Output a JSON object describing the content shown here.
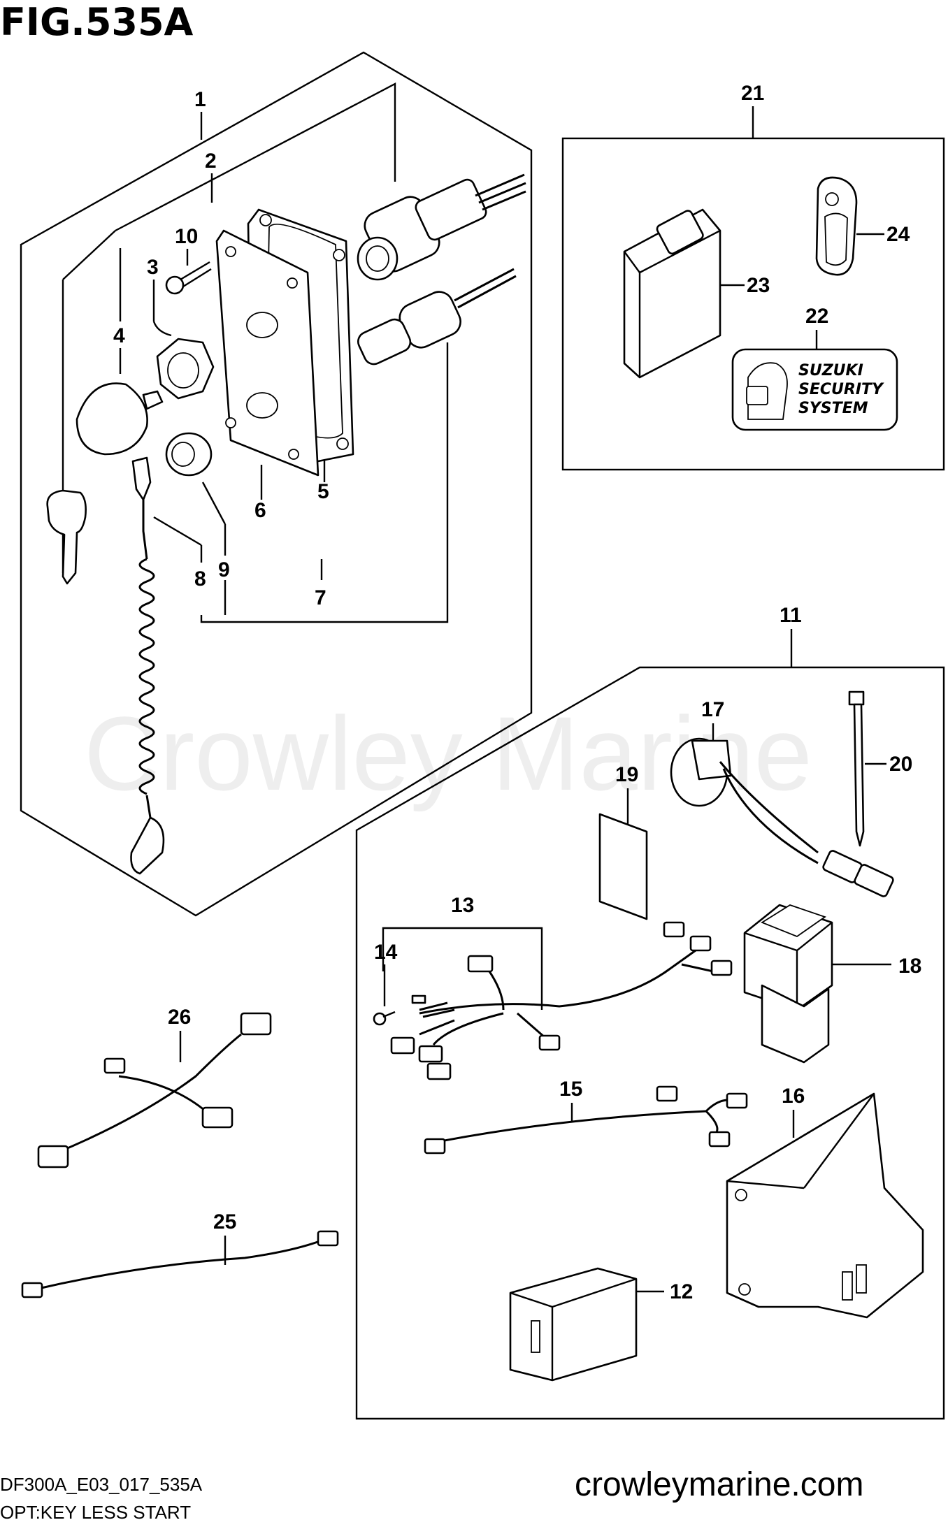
{
  "figure_title": "FIG.535A",
  "watermark": "Crowley Marine",
  "website": "crowleymarine.com",
  "footer": {
    "code": "DF300A_E03_017_535A",
    "caption": "OPT:KEY LESS START"
  },
  "sticker_lines": [
    "SUZUKI",
    "SECURITY",
    "SYSTEM"
  ],
  "callouts": {
    "c1": "1",
    "c2": "2",
    "c3": "3",
    "c4": "4",
    "c5": "5",
    "c6": "6",
    "c7": "7",
    "c8": "8",
    "c9": "9",
    "c10": "10",
    "c11": "11",
    "c12": "12",
    "c13": "13",
    "c14": "14",
    "c15": "15",
    "c16": "16",
    "c17": "17",
    "c18": "18",
    "c19": "19",
    "c20": "20",
    "c21": "21",
    "c22": "22",
    "c23": "23",
    "c24": "24",
    "c25": "25",
    "c26": "26"
  }
}
